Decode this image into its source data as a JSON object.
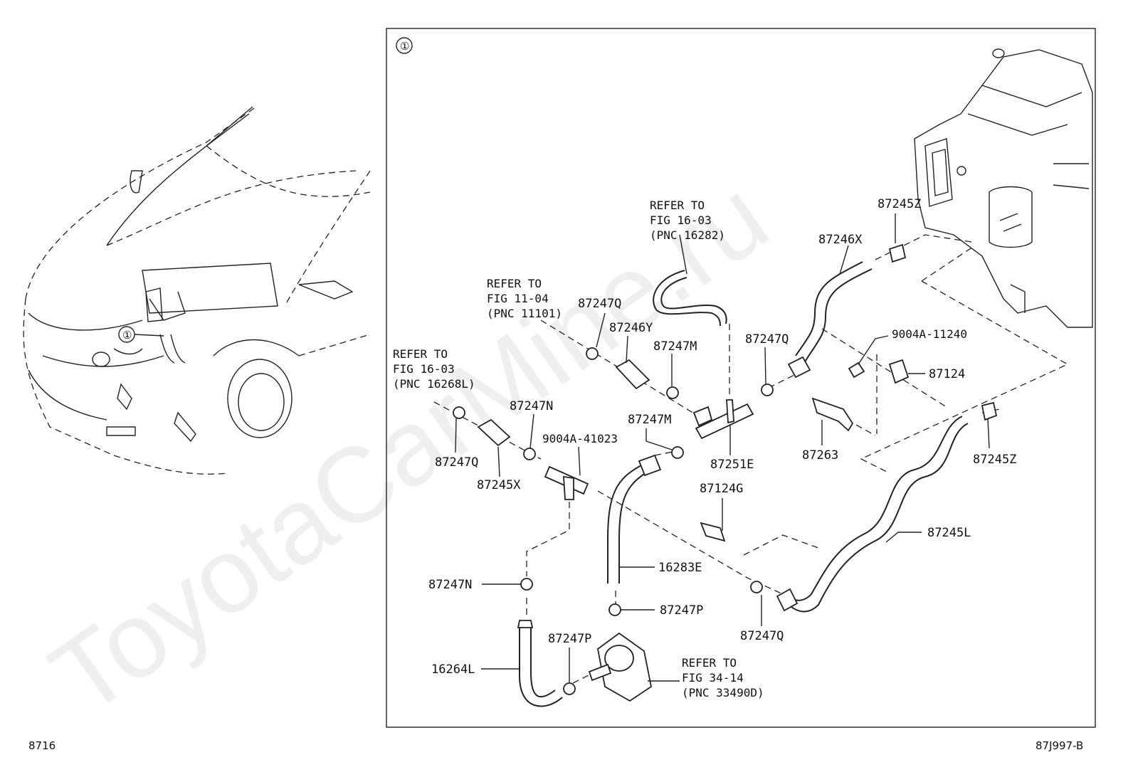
{
  "watermark": "ToyotaCarMine.ru",
  "footer": {
    "left_code": "8716",
    "right_code": "87J997-B"
  },
  "callout": "①",
  "parts": {
    "p87245Z_a": "87245Z",
    "p87246X": "87246X",
    "p87247Q_a": "87247Q",
    "p87246Y": "87246Y",
    "p87247M_a": "87247M",
    "p87247Q_b": "87247Q",
    "p9004A11240": "9004A-11240",
    "p87124": "87124",
    "p87247N_a": "87247N",
    "p9004A41023": "9004A-41023",
    "p87247Q_c": "87247Q",
    "p87245X": "87245X",
    "p87247M_b": "87247M",
    "p87251E": "87251E",
    "p87263": "87263",
    "p87245Z_b": "87245Z",
    "p87124G": "87124G",
    "p87245L": "87245L",
    "p16283E": "16283E",
    "p87247N_b": "87247N",
    "p87247P_a": "87247P",
    "p87247P_b": "87247P",
    "p87247Q_d": "87247Q",
    "p16264L": "16264L"
  },
  "refs": {
    "r16282": [
      "REFER TO",
      "FIG 16-03",
      "(PNC 16282)"
    ],
    "r11101": [
      "REFER TO",
      "FIG 11-04",
      "(PNC 11101)"
    ],
    "r16268L": [
      "REFER TO",
      "FIG 16-03",
      "(PNC 16268L)"
    ],
    "r33490D": [
      "REFER TO",
      "FIG 34-14",
      "(PNC 33490D)"
    ]
  }
}
